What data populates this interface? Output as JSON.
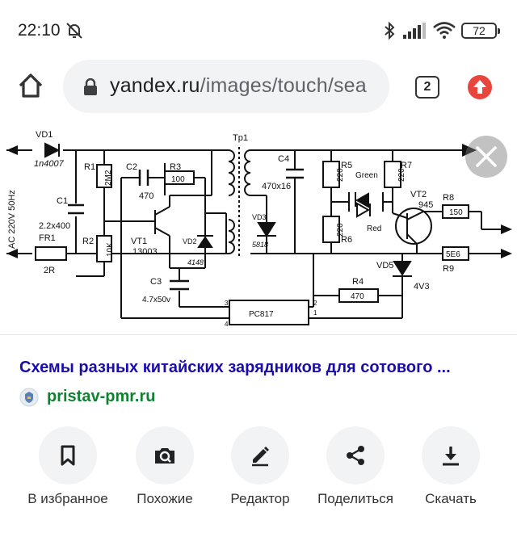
{
  "status_bar": {
    "time": "22:10",
    "battery": "72",
    "icons": [
      "do-not-disturb-icon",
      "bluetooth-icon",
      "signal-icon",
      "wifi-icon",
      "battery-icon"
    ]
  },
  "toolbar": {
    "url_host": "yandex.ru",
    "url_path": "/images/touch/sea",
    "tab_count": "2",
    "icons": [
      "home-icon",
      "lock-icon",
      "tab-switcher-icon",
      "update-icon"
    ],
    "accent": "#e8453c"
  },
  "schematic": {
    "labels": {
      "vd1": "VD1",
      "vd1_part": "1n4007",
      "r1": "R1",
      "r1_val": "2M2",
      "c2": "C2",
      "c2_val": "470",
      "r3": "R3",
      "r3_val": "100",
      "tp1": "Tp1",
      "c4": "C4",
      "c4_val": "470x16",
      "r5": "R5",
      "r5_val": "220",
      "green": "Green",
      "r7": "R7",
      "r7_val": "220",
      "vt2": "VT2",
      "vt2_part": "945",
      "ac_in": "AC 220V 50Hz",
      "c1": "C1",
      "c1_val": "2.2x400",
      "r2": "R2",
      "r2_val": "10K",
      "vt1": "VT1",
      "vt1_part": "13003",
      "vd2": "VD2",
      "vd2_part": "4148",
      "vd3": "VD3",
      "vd3_part": "5818",
      "red": "Red",
      "r6": "R6",
      "r6_val": "220",
      "r8": "R8",
      "r8_val": "150",
      "r9": "R9",
      "r9_val": "5E6",
      "fr1": "FR1",
      "fr1_val": "2R",
      "c3": "C3",
      "c3_val": "4.7x50v",
      "vd5": "VD5",
      "vd5_val": "4V3",
      "r4": "R4",
      "r4_val": "470",
      "opto": "PC817",
      "pin1": "1",
      "pin2": "2",
      "pin3": "3",
      "pin4": "4"
    }
  },
  "result": {
    "title": "Схемы разных китайских зарядников для сотового ...",
    "source": "pristav-pmr.ru"
  },
  "actions": [
    {
      "label": "В избранное",
      "icon": "bookmark-icon"
    },
    {
      "label": "Похожие",
      "icon": "camera-search-icon"
    },
    {
      "label": "Редактор",
      "icon": "pencil-icon"
    },
    {
      "label": "Поделиться",
      "icon": "share-icon"
    },
    {
      "label": "Скачать",
      "icon": "download-icon"
    }
  ],
  "colors": {
    "link": "#1a0dab",
    "source": "#128033",
    "button_bg": "#f1f3f4"
  }
}
